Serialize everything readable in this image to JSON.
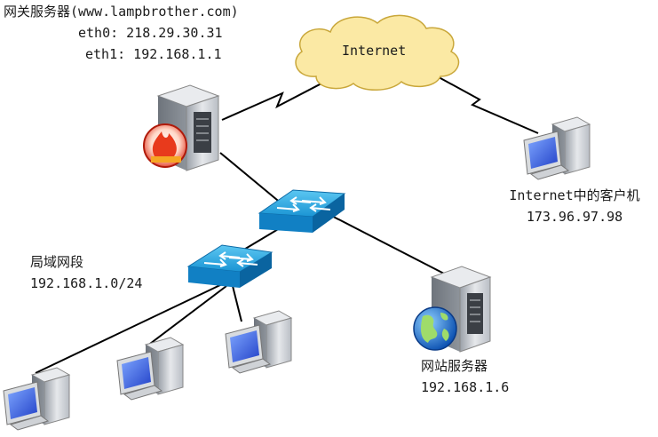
{
  "gateway": {
    "title": "网关服务器(www.lampbrother.com)",
    "eth0": "eth0: 218.29.30.31",
    "eth1": "eth1: 192.168.1.1"
  },
  "internet": {
    "label": "Internet"
  },
  "client": {
    "title": "Internet中的客户机",
    "ip": "173.96.97.98"
  },
  "lan": {
    "title": "局域网段",
    "subnet": "192.168.1.0/24"
  },
  "web_server": {
    "title": "网站服务器",
    "ip": "192.168.1.6"
  },
  "colors": {
    "cloud_fill": "#fbe9a4",
    "cloud_stroke": "#c9a73a",
    "switch_blue": "#1f9fdc",
    "server_gray": "#c8ccd2",
    "monitor_blue": "#3a64e0",
    "link": "#000000"
  }
}
